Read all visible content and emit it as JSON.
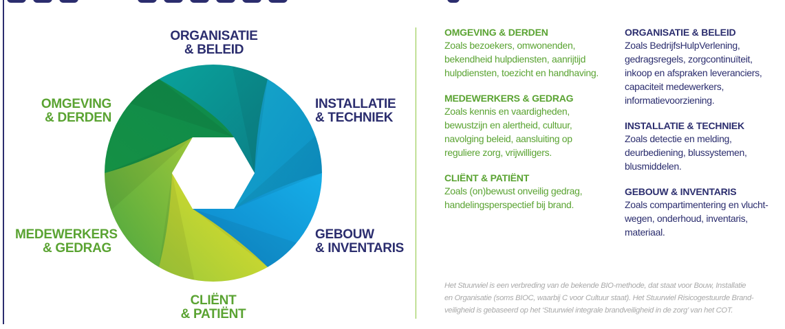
{
  "colors": {
    "navy": "#2b2d6e",
    "green": "#5aa332",
    "wheel_segments": [
      "#0b8f8a",
      "#1aa3c4",
      "#12a6e0",
      "#c8d52d",
      "#6ab33f",
      "#1a9a4a"
    ]
  },
  "wheel": {
    "labels": {
      "organisatie": [
        "ORGANISATIE",
        "& BELEID"
      ],
      "installatie": [
        "INSTALLATIE",
        "& TECHNIEK"
      ],
      "gebouw": [
        "GEBOUW",
        "& INVENTARIS"
      ],
      "client": [
        "CLIËNT",
        "& PATIËNT"
      ],
      "medewerkers": [
        "MEDEWERKERS",
        "& GEDRAG"
      ],
      "omgeving": [
        "OMGEVING",
        "& DERDEN"
      ]
    }
  },
  "descriptions": {
    "left": [
      {
        "title": "OMGEVING & DERDEN",
        "lines": [
          "Zoals bezoekers, omwonenden,",
          "bekendheid hulpdiensten, aanrijtijd",
          "hulpdiensten, toezicht en handhaving."
        ]
      },
      {
        "title": "MEDEWERKERS & GEDRAG",
        "lines": [
          "Zoals kennis en vaardigheden,",
          "bewustzijn en alertheid, cultuur,",
          "navolging beleid, aansluiting op",
          "reguliere zorg, vrijwilligers."
        ]
      },
      {
        "title": "CLIËNT & PATIËNT",
        "lines": [
          "Zoals (on)bewust onveilig gedrag,",
          "handelingsperspectief bij brand."
        ]
      }
    ],
    "right": [
      {
        "title": "ORGANISATIE & BELEID",
        "lines": [
          "Zoals BedrijfsHulpVerlening,",
          "gedragsregels, zorgcontinuïteit,",
          "inkoop en afspraken leveranciers,",
          "capaciteit medewerkers,",
          "informatievoorziening."
        ]
      },
      {
        "title": "INSTALLATIE & TECHNIEK",
        "lines": [
          "Zoals detectie en melding,",
          "deurbediening, blussystemen,",
          "blusmiddelen."
        ]
      },
      {
        "title": "GEBOUW & INVENTARIS",
        "lines": [
          "Zoals compartimentering en vlucht-",
          "wegen, onderhoud, inventaris,",
          "materiaal."
        ]
      }
    ]
  },
  "footnote": [
    "Het Stuurwiel is een verbreding van de bekende BIO-methode, dat staat voor Bouw, Installatie",
    "en Organisatie (soms BIOC, waarbij C voor Cultuur staat). Het Stuurwiel Risicogestuurde Brand-",
    "veiligheid is gebaseerd op het ‘Stuurwiel integrale brandveiligheid in de zorg’ van het COT."
  ]
}
